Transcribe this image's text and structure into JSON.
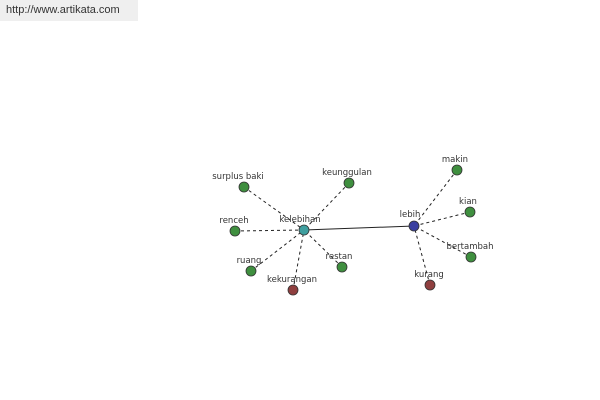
{
  "header": {
    "url_text": "http://www.artikata.com"
  },
  "colors": {
    "synonym": "#3f8f3f",
    "antonym": "#8f3f3f",
    "hub_primary": "#3f9f9f",
    "hub_secondary": "#3a3fa0"
  },
  "graph": {
    "hubs": [
      {
        "id": "kelebihan",
        "label": "kelebihan",
        "kind": "hub_primary"
      },
      {
        "id": "lebih",
        "label": "lebih",
        "kind": "hub_secondary"
      }
    ],
    "nodes": [
      {
        "id": "surplus-baki",
        "label": "surplus baki",
        "kind": "synonym",
        "hub": "kelebihan"
      },
      {
        "id": "keunggulan",
        "label": "keunggulan",
        "kind": "synonym",
        "hub": "kelebihan"
      },
      {
        "id": "renceh",
        "label": "renceh",
        "kind": "synonym",
        "hub": "kelebihan"
      },
      {
        "id": "ruang",
        "label": "ruang",
        "kind": "synonym",
        "hub": "kelebihan"
      },
      {
        "id": "kekurangan",
        "label": "kekurangan",
        "kind": "antonym",
        "hub": "kelebihan"
      },
      {
        "id": "restan",
        "label": "restan",
        "kind": "synonym",
        "hub": "kelebihan"
      },
      {
        "id": "makin",
        "label": "makin",
        "kind": "synonym",
        "hub": "lebih"
      },
      {
        "id": "kian",
        "label": "kian",
        "kind": "synonym",
        "hub": "lebih"
      },
      {
        "id": "bertambah",
        "label": "bertambah",
        "kind": "synonym",
        "hub": "lebih"
      },
      {
        "id": "kurang",
        "label": "kurang",
        "kind": "antonym",
        "hub": "lebih"
      }
    ],
    "links": [
      {
        "from": "kelebihan",
        "to": "lebih",
        "style": "solid"
      }
    ]
  }
}
